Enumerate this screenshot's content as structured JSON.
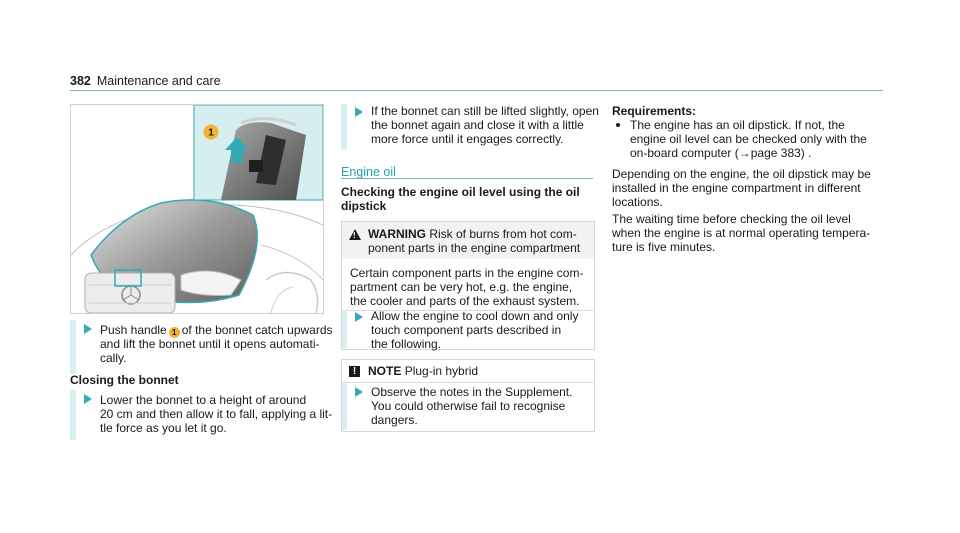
{
  "header": {
    "page_number": "382",
    "section": "Maintenance and care"
  },
  "figure": {
    "callout": "1"
  },
  "col1": {
    "step1": {
      "line1_pre": "Push handle",
      "callout": "1",
      "line1_post": "of the bonnet catch upwards",
      "line2": "and lift the bonnet until it opens automati-",
      "line3": "cally."
    },
    "closing_heading": "Closing the bonnet",
    "step2": {
      "line1": "Lower the bonnet to a height of around",
      "line2": "20 cm and then allow it to fall, applying a lit-",
      "line3": "tle force as you let it go."
    }
  },
  "col2": {
    "step3": {
      "line1": "If the bonnet can still be lifted slightly, open",
      "line2": "the bonnet again and close it with a little",
      "line3": "more force until it engages correctly."
    },
    "section_title": "Engine oil",
    "subheading": {
      "line1": "Checking the engine oil level using the oil",
      "line2": "dipstick"
    },
    "warning": {
      "label": "WARNING",
      "title_line1": "Risk of burns from hot com-",
      "title_line2": "ponent parts in the engine compartment",
      "body_line1": "Certain component parts in the engine com-",
      "body_line2": "partment can be very hot, e.g. the engine,",
      "body_line3": "the cooler and parts of the exhaust system.",
      "action_line1": "Allow the engine to cool down and only",
      "action_line2": "touch component parts described in",
      "action_line3": "the following."
    },
    "note": {
      "icon": "!",
      "label": "NOTE",
      "title": "Plug-in hybrid",
      "action_line1": "Observe the notes in the Supplement.",
      "action_line2": "You could otherwise fail to recognise",
      "action_line3": "dangers."
    }
  },
  "col3": {
    "requirements_heading": "Requirements:",
    "req_line1": "The engine has an oil dipstick. If not, the",
    "req_line2": "engine oil level can be checked only with the",
    "req_line3_pre": "on-board computer (",
    "req_arrow": "→",
    "req_line3_post": "page 383) .",
    "para1_line1": "Depending on the engine, the oil dipstick may be",
    "para1_line2": "installed in the engine compartment in different",
    "para1_line3": "locations.",
    "para2_line1": "The waiting time before checking the oil level",
    "para2_line2": "when the engine is at normal operating tempera-",
    "para2_line3": "ture is five minutes."
  },
  "colors": {
    "accent": "#27a0ae",
    "highlight": "#d8eef0",
    "callout": "#f3b12c"
  }
}
